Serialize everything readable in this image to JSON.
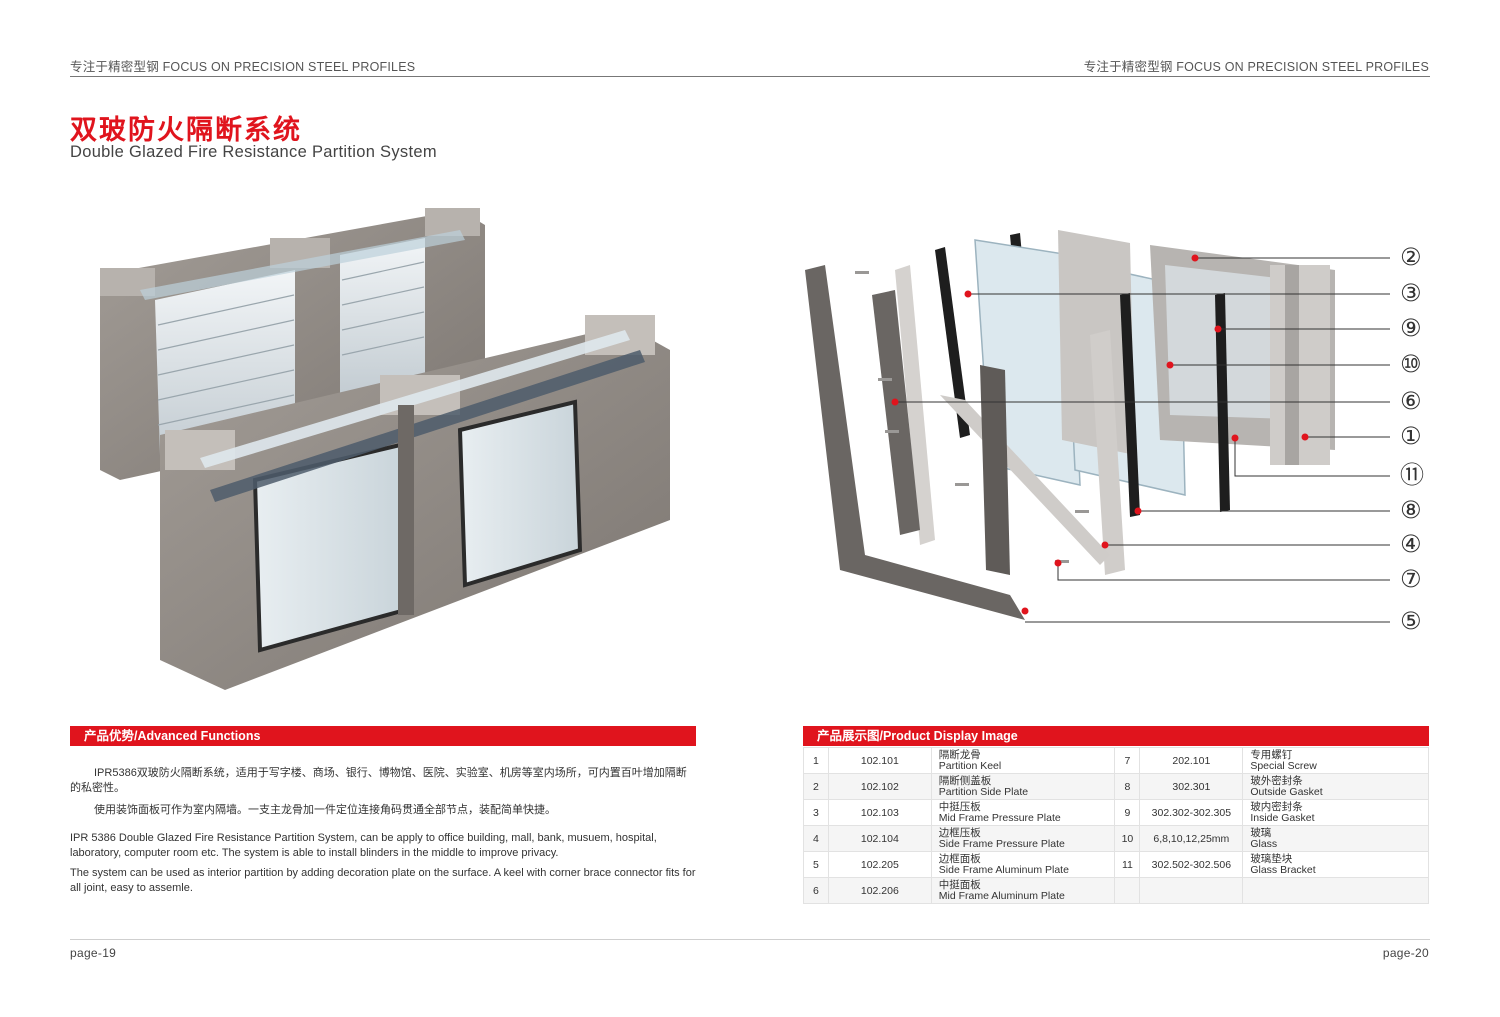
{
  "header": {
    "left_text": "专注于精密型钢 FOCUS ON PRECISION STEEL PROFILES",
    "right_text": "专注于精密型钢 FOCUS ON PRECISION STEEL PROFILES"
  },
  "title": {
    "cn": "双玻防火隔断系统",
    "en": "Double Glazed Fire Resistance Partition System"
  },
  "advanced": {
    "heading": "产品优势/Advanced Functions",
    "cn_para1": "IPR5386双玻防火隔断系统，适用于写字楼、商场、银行、博物馆、医院、实验室、机房等室内场所，可内置百叶增加隔断的私密性。",
    "cn_para2": "使用装饰面板可作为室内隔墙。一支主龙骨加一件定位连接角码贯通全部节点，装配简单快捷。",
    "en_para1": "IPR 5386 Double Glazed Fire Resistance Partition System, can be apply to office building,  mall, bank, musuem, hospital, laboratory, computer room etc. The system is able to install  blinders in the middle to improve privacy.",
    "en_para2": "The system can be used as interior partition by adding decoration plate on the surface.  A keel with corner brace connector fits for all joint, easy to assemle."
  },
  "display": {
    "heading": "产品展示图/Product Display Image",
    "rows": [
      {
        "no": "1",
        "code": "102.101",
        "cn": "隔断龙骨",
        "en": "Partition Keel",
        "no2": "7",
        "code2": "202.101",
        "cn2": "专用螺钉",
        "en2": "Special Screw"
      },
      {
        "no": "2",
        "code": "102.102",
        "cn": "隔断侧盖板",
        "en": "Partition Side Plate",
        "no2": "8",
        "code2": "302.301",
        "cn2": "玻外密封条",
        "en2": "Outside Gasket"
      },
      {
        "no": "3",
        "code": "102.103",
        "cn": "中挺压板",
        "en": "Mid Frame Pressure Plate",
        "no2": "9",
        "code2": "302.302-302.305",
        "cn2": "玻内密封条",
        "en2": "Inside Gasket"
      },
      {
        "no": "4",
        "code": "102.104",
        "cn": "边框压板",
        "en": "Side Frame Pressure Plate",
        "no2": "10",
        "code2": "6,8,10,12,25mm",
        "cn2": "玻璃",
        "en2": "Glass"
      },
      {
        "no": "5",
        "code": "102.205",
        "cn": "边框面板",
        "en": "Side Frame Aluminum Plate",
        "no2": "11",
        "code2": "302.502-302.506",
        "cn2": "玻璃垫块",
        "en2": "Glass Bracket"
      },
      {
        "no": "6",
        "code": "102.206",
        "cn": "中挺面板",
        "en": "Mid Frame Aluminum Plate",
        "no2": "",
        "code2": "",
        "cn2": "",
        "en2": ""
      }
    ]
  },
  "callouts": [
    "②",
    "③",
    "⑨",
    "⑩",
    "⑥",
    "①",
    "⑪",
    "⑧",
    "④",
    "⑦",
    "⑤"
  ],
  "footer": {
    "left_page": "page-19",
    "right_page": "page-20"
  },
  "colors": {
    "accent": "#e0141d",
    "frame": "#8f8a85",
    "dark_frame": "#5f5b58",
    "glass": "#dfe6ea",
    "gasket": "#1e1e1e"
  }
}
